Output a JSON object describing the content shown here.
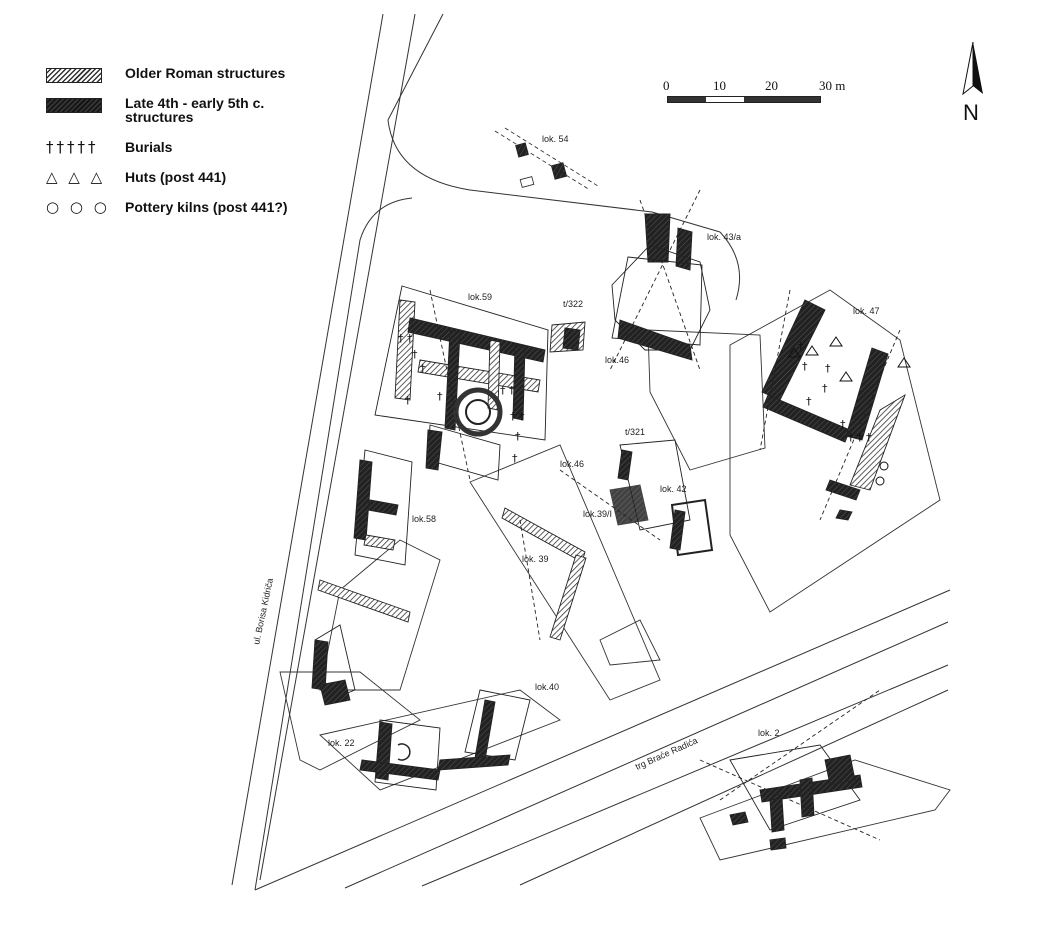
{
  "legend": {
    "items": [
      {
        "symbol": "",
        "label": "Older Roman structures"
      },
      {
        "symbol": "",
        "label": "Late 4th - early 5th c. structures"
      },
      {
        "symbol": "††††† ",
        "label": "Burials"
      },
      {
        "symbol": "△ △ △",
        "label": "Huts (post 441)"
      },
      {
        "symbol": "○ ○ ○",
        "label": "Pottery kilns (post 441?)"
      }
    ]
  },
  "scale": {
    "ticks": [
      "0",
      "10",
      "20",
      "30 m"
    ]
  },
  "north": {
    "label": "N"
  },
  "sites": {
    "lok54": "lok. 54",
    "lok43a": "lok. 43/a",
    "lok59": "lok.59",
    "t322": "t/322",
    "lok46a": "lok.46",
    "lok47": "lok. 47",
    "t321": "t/321",
    "lok46b": "lok.46",
    "lok42": "lok. 42",
    "lok39a": "lok.39/I",
    "lok58": "lok.58",
    "lok39": "lok. 39",
    "lok40": "lok.40",
    "lok22": "lok. 22",
    "lok2": "lok. 2"
  },
  "streets": {
    "borisa": "ul. Borisa Kidriča",
    "radica": "trg Braće Radića"
  }
}
